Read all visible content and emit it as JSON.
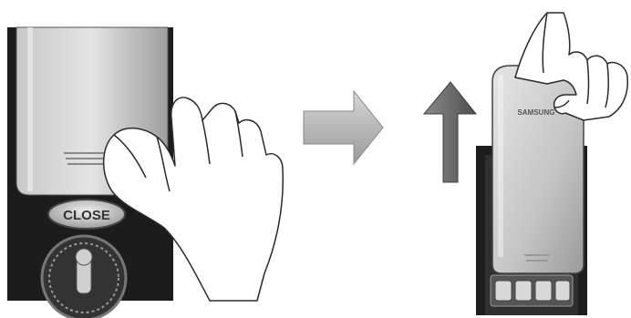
{
  "illustration": {
    "close_label": "CLOSE",
    "brand_label": "SAMSUNG",
    "colors": {
      "device_light": "#d9d9d9",
      "device_mid": "#a9a9a9",
      "base_dark": "#1d1d1d",
      "arrow_right": "#b7b7b7",
      "arrow_up": "#6c6c6c",
      "line": "#2a2a2a"
    },
    "icons": {
      "left_step": "door-lock-close-panel",
      "transition": "right-arrow-icon",
      "lift_direction": "up-arrow-icon",
      "right_step": "battery-cover-lift"
    }
  }
}
